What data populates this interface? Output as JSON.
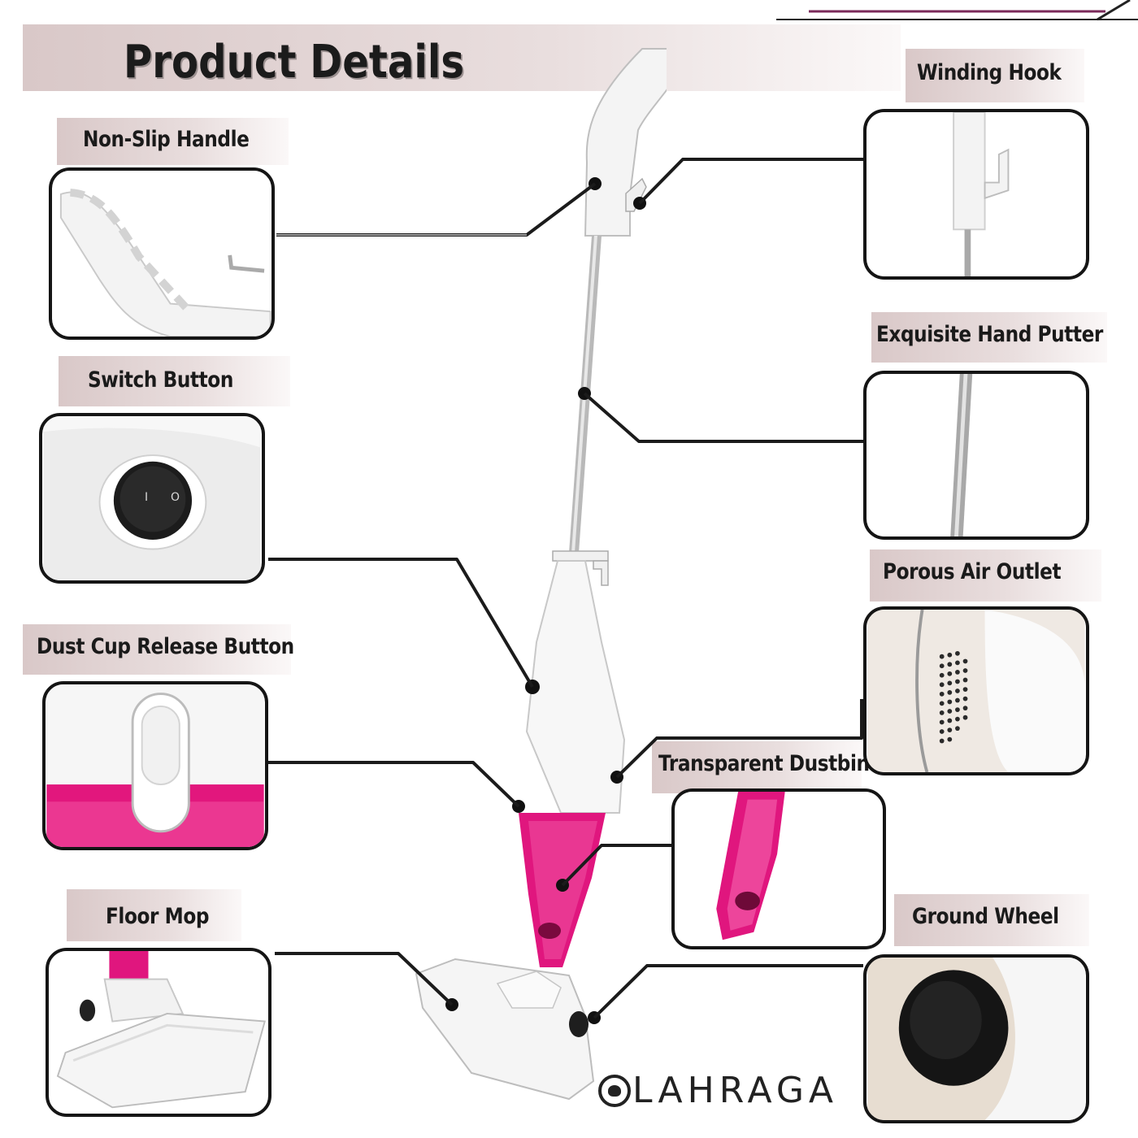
{
  "header": {
    "title": "Product Details"
  },
  "brand": {
    "logo_text": "LAHRAGA"
  },
  "colors": {
    "accent": "#e0167e",
    "outline": "#151515",
    "band": "#dccbcb"
  },
  "callouts": {
    "non_slip_handle": "Non-Slip Handle",
    "switch_button": "Switch Button",
    "dust_cup_release_button": "Dust Cup Release Button",
    "floor_mop": "Floor Mop",
    "winding_hook": "Winding Hook",
    "exquisite_hand_putter": "Exquisite Hand Putter",
    "porous_air_outlet": "Porous Air Outlet",
    "transparent_dustbin": "Transparent Dustbin",
    "ground_wheel": "Ground Wheel"
  },
  "switch": {
    "on_symbol": "I",
    "off_symbol": "O"
  }
}
